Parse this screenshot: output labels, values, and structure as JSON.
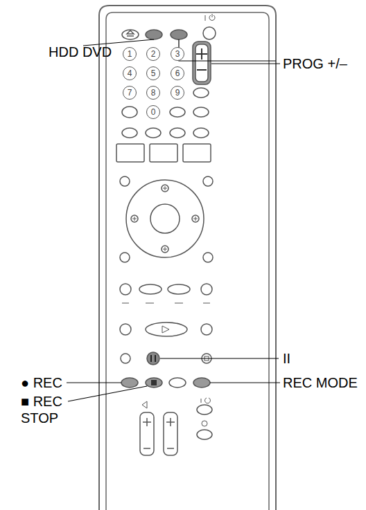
{
  "diagram": {
    "nodes": [
      {
        "text": [
          "1"
        ]
      },
      {
        "text": [
          "2"
        ]
      },
      {
        "text": [
          "3"
        ]
      },
      {
        "text": [
          "4"
        ]
      },
      {
        "text": [
          "5"
        ]
      },
      {
        "text": [
          "6"
        ]
      },
      {
        "text": [
          "7"
        ]
      },
      {
        "text": [
          "8"
        ]
      },
      {
        "text": [
          "9"
        ]
      },
      {
        "text": [
          "0"
        ]
      }
    ],
    "labels": [
      "HDD DVD",
      "PROG +/–",
      "II",
      "● REC",
      "■ REC STOP",
      "REC MODE"
    ]
  }
}
